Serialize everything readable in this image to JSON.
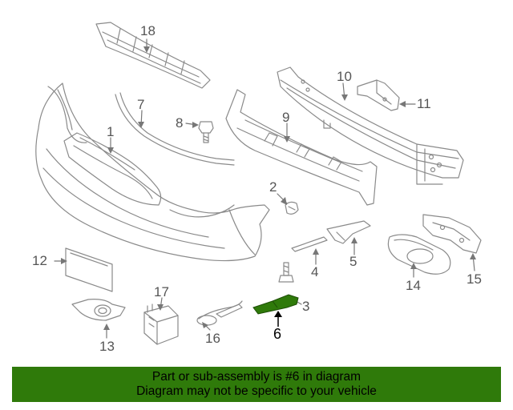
{
  "callouts": {
    "c1": "1",
    "c2": "2",
    "c3": "3",
    "c4": "4",
    "c5": "5",
    "c6": "6",
    "c7": "7",
    "c8": "8",
    "c9": "9",
    "c10": "10",
    "c11": "11",
    "c12": "12",
    "c13": "13",
    "c14": "14",
    "c15": "15",
    "c16": "16",
    "c17": "17",
    "c18": "18"
  },
  "highlight": {
    "part": "6",
    "color": "#2f7a0a"
  },
  "banner": {
    "line1": "Part or sub-assembly is #6 in diagram",
    "line2": "Diagram may not be specific to your vehicle",
    "background": "#2f7a0a"
  }
}
